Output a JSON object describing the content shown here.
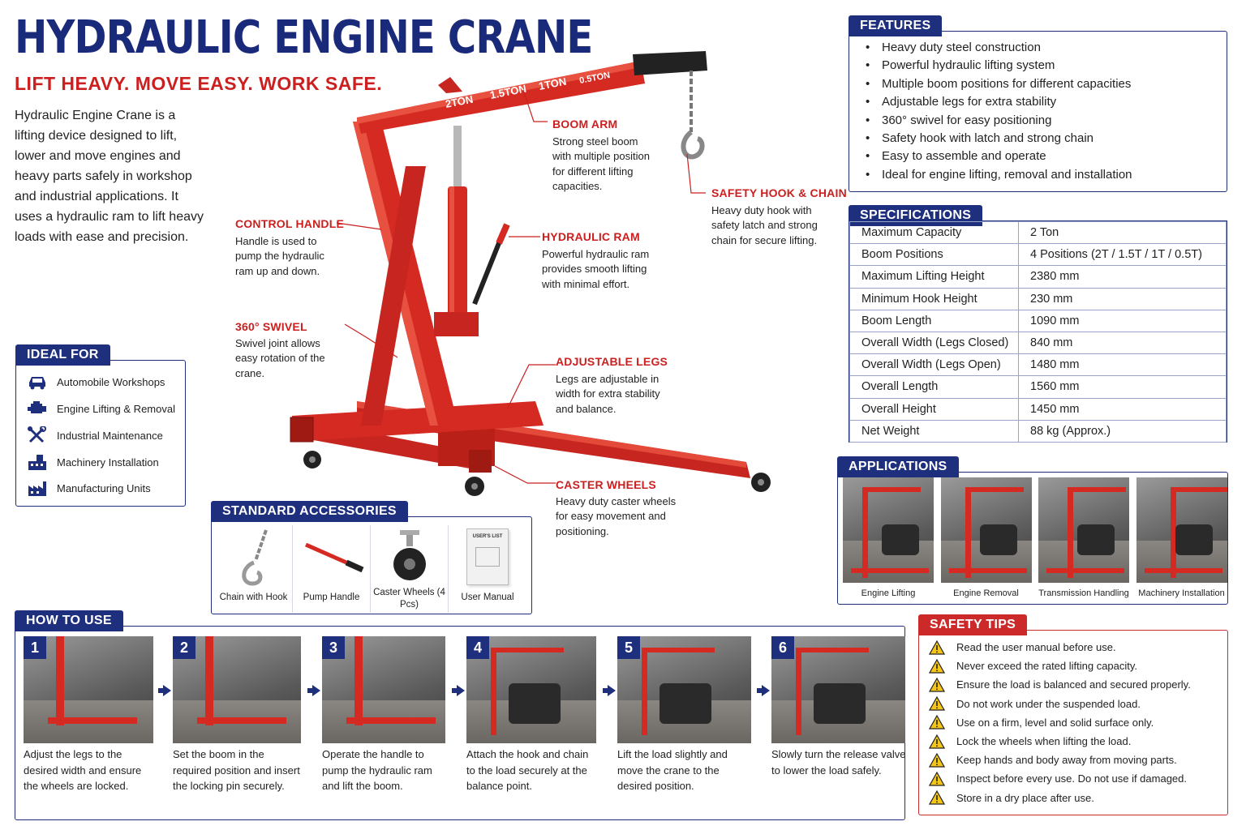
{
  "header": {
    "title": "HYDRAULIC ENGINE CRANE",
    "tagline": "LIFT HEAVY. MOVE EASY. WORK SAFE.",
    "intro": "Hydraulic Engine Crane is a lifting device designed to lift, lower and move engines and heavy parts safely in workshop and industrial applications. It uses a hydraulic ram to lift heavy loads with ease and precision."
  },
  "ideal_for": {
    "title": "IDEAL FOR",
    "items": [
      {
        "label": "Automobile Workshops",
        "icon": "car-icon"
      },
      {
        "label": "Engine Lifting & Removal",
        "icon": "engine-icon"
      },
      {
        "label": "Industrial Maintenance",
        "icon": "tools-icon"
      },
      {
        "label": "Machinery Installation",
        "icon": "machinery-icon"
      },
      {
        "label": "Manufacturing Units",
        "icon": "factory-icon"
      }
    ]
  },
  "crane": {
    "boom_marks": [
      "2TON",
      "1.5TON",
      "1TON",
      "0.5TON"
    ],
    "labels": {
      "boom_arm": {
        "title": "BOOM ARM",
        "desc": "Strong steel boom with multiple position for different lifting capacities."
      },
      "safety_hook": {
        "title": "SAFETY HOOK & CHAIN",
        "desc": "Heavy duty hook with safety latch and strong chain for secure lifting."
      },
      "control_handle": {
        "title": "CONTROL HANDLE",
        "desc": "Handle is used to pump the hydraulic ram up and down."
      },
      "hydraulic_ram": {
        "title": "HYDRAULIC RAM",
        "desc": "Powerful hydraulic ram provides smooth lifting with minimal effort."
      },
      "swivel": {
        "title": "360° SWIVEL",
        "desc": "Swivel joint allows easy rotation of the crane."
      },
      "adjustable_legs": {
        "title": "ADJUSTABLE LEGS",
        "desc": "Legs are adjustable in width for extra stability and balance."
      },
      "caster_wheels": {
        "title": "CASTER WHEELS",
        "desc": "Heavy duty caster wheels for easy movement and positioning."
      }
    }
  },
  "features": {
    "title": "FEATURES",
    "items": [
      "Heavy duty steel construction",
      "Powerful hydraulic lifting system",
      "Multiple boom positions for different capacities",
      "Adjustable legs for extra stability",
      "360° swivel for easy positioning",
      "Safety hook with latch and strong chain",
      "Easy to assemble and operate",
      "Ideal for engine lifting, removal and installation"
    ]
  },
  "specifications": {
    "title": "SPECIFICATIONS",
    "rows": [
      {
        "label": "Maximum Capacity",
        "value": "2 Ton"
      },
      {
        "label": "Boom Positions",
        "value": "4 Positions (2T / 1.5T / 1T / 0.5T)"
      },
      {
        "label": "Maximum Lifting Height",
        "value": "2380 mm"
      },
      {
        "label": "Minimum Hook Height",
        "value": "230 mm"
      },
      {
        "label": "Boom Length",
        "value": "1090 mm"
      },
      {
        "label": "Overall Width (Legs Closed)",
        "value": "840 mm"
      },
      {
        "label": "Overall Width (Legs Open)",
        "value": "1480 mm"
      },
      {
        "label": "Overall Length",
        "value": "1560 mm"
      },
      {
        "label": "Overall Height",
        "value": "1450 mm"
      },
      {
        "label": "Net Weight",
        "value": "88 kg (Approx.)"
      }
    ]
  },
  "applications": {
    "title": "APPLICATIONS",
    "items": [
      "Engine Lifting",
      "Engine Removal",
      "Transmission Handling",
      "Machinery Installation"
    ]
  },
  "accessories": {
    "title": "STANDARD ACCESSORIES",
    "items": [
      {
        "label": "Chain with Hook",
        "icon": "chain-hook-icon"
      },
      {
        "label": "Pump Handle",
        "icon": "pump-handle-icon"
      },
      {
        "label": "Caster Wheels (4 Pcs)",
        "icon": "caster-wheel-icon"
      },
      {
        "label": "User Manual",
        "icon": "manual-icon"
      }
    ],
    "manual_cover": "USER'S LIST"
  },
  "how_to_use": {
    "title": "HOW TO USE",
    "steps": [
      {
        "num": "1",
        "text": "Adjust the legs to the desired width and ensure the wheels are locked."
      },
      {
        "num": "2",
        "text": "Set the boom in the required position and insert the locking pin securely."
      },
      {
        "num": "3",
        "text": "Operate the handle to pump the hydraulic ram and lift the boom."
      },
      {
        "num": "4",
        "text": "Attach the hook and chain to the load securely at the balance point."
      },
      {
        "num": "5",
        "text": "Lift the load slightly and move the crane to the desired position."
      },
      {
        "num": "6",
        "text": "Slowly turn the release valve to lower the load safely."
      }
    ]
  },
  "safety_tips": {
    "title": "SAFETY TIPS",
    "items": [
      "Read the user manual before use.",
      "Never exceed the rated lifting capacity.",
      "Ensure the load is balanced and secured properly.",
      "Do not work under the suspended load.",
      "Use on a firm, level and solid surface only.",
      "Lock the wheels when lifting the load.",
      "Keep hands and body away from moving parts.",
      "Inspect before every use. Do not use if damaged.",
      "Store in a dry place after use."
    ]
  },
  "colors": {
    "navy": "#1e2f7e",
    "red": "#cc1f1f",
    "crane_red": "#d42a22"
  }
}
